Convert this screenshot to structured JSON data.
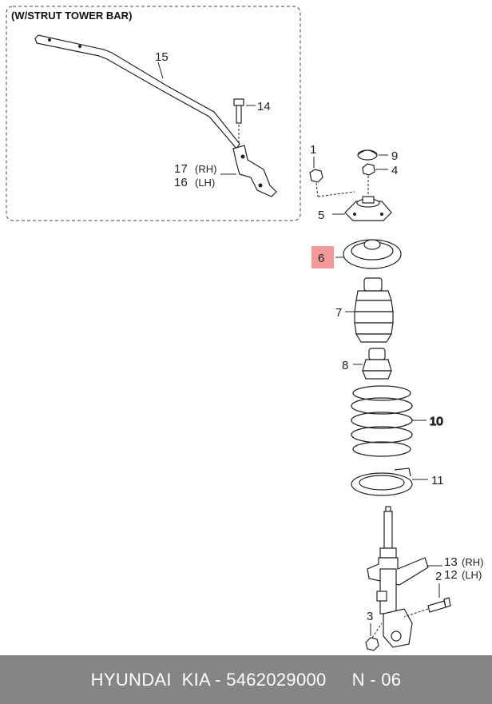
{
  "inset": {
    "title": "(W/STRUT TOWER BAR)"
  },
  "labels": {
    "p1": "1",
    "p2": "2",
    "p3": "3",
    "p4": "4",
    "p5": "5",
    "p6": "6",
    "p7": "7",
    "p8": "8",
    "p9": "9",
    "p10": "10",
    "p11": "11",
    "p12": "12",
    "p12_side": "(LH)",
    "p13": "13",
    "p13_side": "(RH)",
    "p14": "14",
    "p15": "15",
    "p16": "16",
    "p16_side": "(LH)",
    "p17": "17",
    "p17_side": "(RH)"
  },
  "highlight": {
    "part": "6",
    "color": "#f29a9a"
  },
  "footer": {
    "text": "HYUNDAI  KIA - 5462029000     N - 06"
  },
  "colors": {
    "footer_bg": "#858585",
    "line": "#222222"
  }
}
